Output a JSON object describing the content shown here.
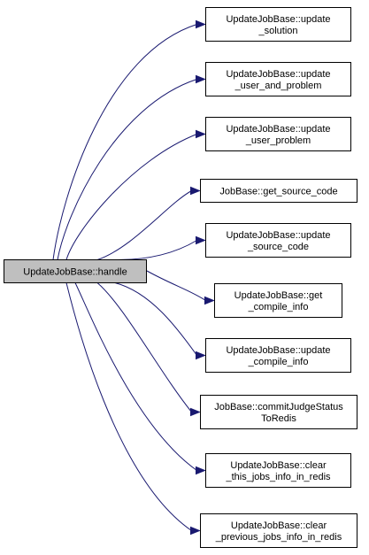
{
  "colors": {
    "edge": "#191970",
    "root_fill": "#bfbfbf",
    "node_fill": "#ffffff",
    "border": "#000000"
  },
  "root": {
    "label": "UpdateJobBase::handle"
  },
  "callees": [
    {
      "lines": [
        "UpdateJobBase::update",
        "_solution"
      ]
    },
    {
      "lines": [
        "UpdateJobBase::update",
        "_user_and_problem"
      ]
    },
    {
      "lines": [
        "UpdateJobBase::update",
        "_user_problem"
      ]
    },
    {
      "lines": [
        "JobBase::get_source_code"
      ]
    },
    {
      "lines": [
        "UpdateJobBase::update",
        "_source_code"
      ]
    },
    {
      "lines": [
        "UpdateJobBase::get",
        "_compile_info"
      ]
    },
    {
      "lines": [
        "UpdateJobBase::update",
        "_compile_info"
      ]
    },
    {
      "lines": [
        "JobBase::commitJudgeStatus",
        "ToRedis"
      ]
    },
    {
      "lines": [
        "UpdateJobBase::clear",
        "_this_jobs_info_in_redis"
      ]
    },
    {
      "lines": [
        "UpdateJobBase::clear",
        "_previous_jobs_info_in_redis"
      ]
    }
  ]
}
